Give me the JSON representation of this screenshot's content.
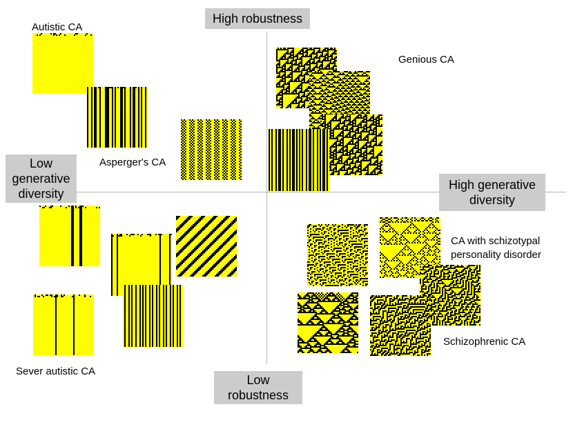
{
  "axes": {
    "top": "High robustness",
    "bottom": "Low robustness",
    "left": "Low generative diversity",
    "right": "High generative diversity"
  },
  "labels": {
    "autistic": "Autistic CA",
    "asperger": "Asperger's CA",
    "genious": "Genious CA",
    "schizotypal": "CA with schizotypal personality disorder",
    "schizophrenic": "Schizophrenic CA",
    "sever_autistic": "Sever autistic CA"
  },
  "colors": {
    "cell_on": "#000000",
    "cell_off": "#ffff00",
    "axis_box": "#cccccc",
    "axis_line": "#b3b3b3"
  }
}
